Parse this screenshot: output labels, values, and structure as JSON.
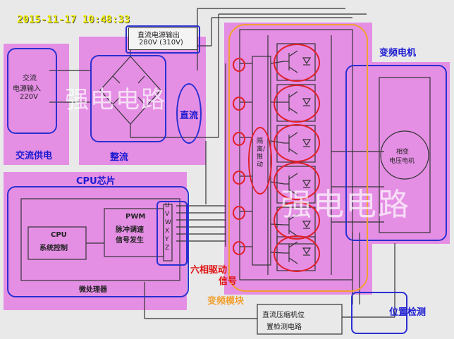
{
  "timestamp": "2015-11-17 10:48:33",
  "dc_bus_box": {
    "line1": "直流电源输出",
    "line2": "280V (310V)"
  },
  "ac_input_box": {
    "line1": "交流",
    "line2": "电源输入",
    "line3": "220V"
  },
  "labels": {
    "ac_supply": "交流供电",
    "rectifier": "整流",
    "dc": "直流",
    "cpu_chip": "CPU芯片",
    "six_phase_drive": "六相驱动",
    "signal": "信号",
    "inverter_module": "变频模块",
    "inverter_motor": "变频电机",
    "position_detect": "位置检测",
    "microprocessor": "微处理器",
    "isolation_drive": "隔离/推动"
  },
  "cpu_block": {
    "line1": "CPU",
    "line2": "系统控制"
  },
  "pwm_block": {
    "line1": "PWM",
    "line2": "脉冲调速",
    "line3": "信号发生"
  },
  "pwm_outputs": [
    "U",
    "V",
    "W",
    "X",
    "Y",
    "Z"
  ],
  "motor": {
    "line1": "相变",
    "line2": "电压电机"
  },
  "position_block": {
    "line1": "直流压缩机位",
    "line2": "置检测电路"
  },
  "watermark": "强电电路",
  "colors": {
    "highlight": "#e48fe4",
    "annotation_blue": "#2a2fd0",
    "annotation_red": "#e0202a",
    "module_outline": "#f2a030"
  }
}
